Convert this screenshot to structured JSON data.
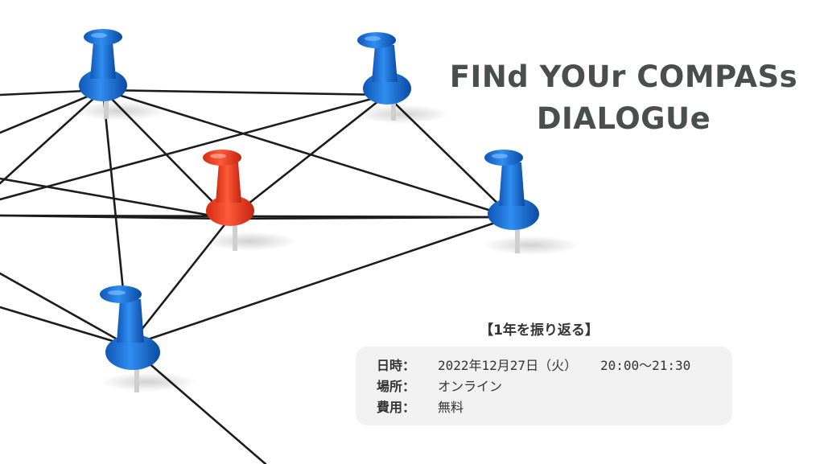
{
  "title_line1": "FINd YOUr COMPASs",
  "title_line2": "DIALOGUe",
  "subtitle": "【1年を振り返る】",
  "details": [
    {
      "label": "日時：",
      "value": "2022年12月27日（火）   20:00〜21:30"
    },
    {
      "label": "場所：",
      "value": "オンライン"
    },
    {
      "label": "費用：",
      "value": "無料"
    }
  ],
  "colors": {
    "pin_blue": "#1a6fd6",
    "pin_red": "#f03a1e",
    "string": "#1c1c1c",
    "title": "#4a4e4d"
  }
}
